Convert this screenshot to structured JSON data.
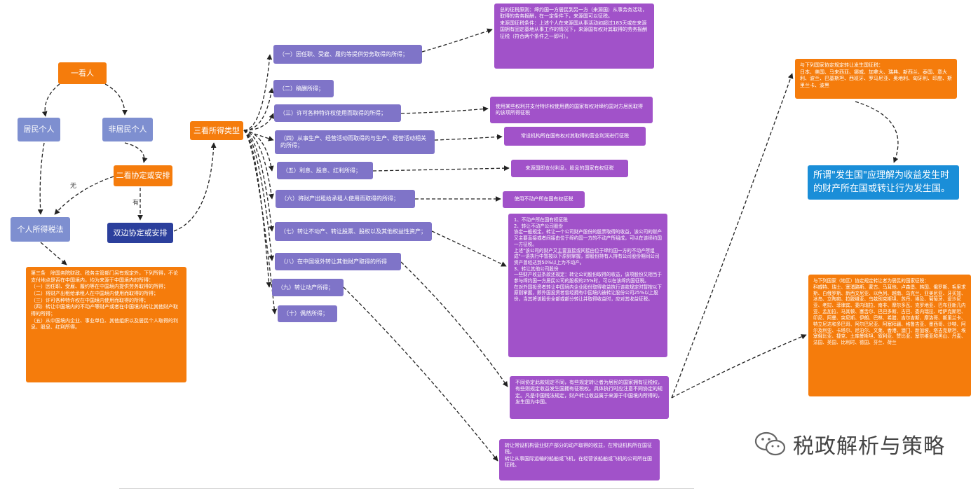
{
  "left": {
    "first": "一看人",
    "resident": "居民个人",
    "nonresident": "非居民个人",
    "second": "二看协定或安排",
    "label_no": "无",
    "label_yes": "有",
    "tax_law": "个人所得税法",
    "bilateral": "双边协定或安排",
    "third": "三看所得类型",
    "article3": "第三条　除国务院财政、税务主管部门另有规定外，下列所得，不论支付地点是否在中国境内，均为来源于中国境内的所得：\n（一）因任职、受雇、履约等在中国境内提供劳务取得的所得；\n（二）将财产出租给承租人在中国境内使用而取得的所得；\n（三）许可各种特许权在中国境内使用而取得的所得；\n（四）转让中国境内的不动产等财产或者在中国境内转让其他财产取得的所得；\n（五）从中国境内企业、事业单位、其他组织以及居民个人取得的利息、股息、红利所得。"
  },
  "categories": [
    "（一）因任职、受雇、履约等提供劳务取得的所得；",
    "（二）稿酬所得；",
    "（三）许可各种特许权使用而取得的所得；",
    "（四）从事生产、经营活动而取得的与生产、经营活动相关的所得；",
    "（五）利息、股息、红利所得；",
    "（六）将财产出租给承租人使用而取得的所得；",
    "（七）转让不动产、转让股票、股权以及其他权益性资产；",
    "（八）在中国境外转让其他财产取得的所得",
    "（九）转让动产所得；",
    "（十）偶然所得；"
  ],
  "notes": {
    "labor": "总的征税原则：缔约国一方居民到另一方（来源国）从事劳务活动，取得的劳务报酬，在一定条件下，来源国可以征税。\n来源国征税条件：上述个人在来源国从事活动如超过183天或在来源国拥有固定基地从事工作的情况下，来源国有权对其取得的劳务报酬征税（符合两个条件之一即可）。",
    "royalty": "使用某些权利并支付特许权使用费的国家有权对缔约国对方居民取得的该项所得征税",
    "business": "常设机构所在国有权对其取得的营业利润进行征税",
    "interest": "来源国即支付利息、股息的国家有权征税",
    "rent": "使用不动产所在国有权征税",
    "transfer": "1、不动产所在国有权征税\n2、转让不动产公司股份\n协定一般规定，转让一个公司财产股份的股票取得的收益，该公司的财产又主要直接或者间接由位于缔约国一方的不动产所组成，可以在该缔约国一方征税。\n上述\"该公司的财产又主要直接或间接由位于缔约国一方的不动产所组成\"一语执行中暂按以下原则掌握，即股份持有人持有公司股份期间公司资产曾经达到50%以上为不动产。\n3、转让其他公司股份\n一些财产收益条款还规定：转让公司股份取得的收益，该项股份又相当于参与缔约国一方居民公司的股权的25%时，可以在该缔约国征税。\n在对外国投资者转让中国境内企业股份取得收益执行该款规定时暂按以下原则掌握，即外国投资者曾经拥有中国境内被转让股份公司25%以上股份，当其将该股份全部或部分转让并取得收益时，应对其收益征税。",
    "other_transfer": "不同协定此款规定不同，有些规定转让者为居民的国家拥有征税权，有些则规定收益发生国拥有征税权。具体执行时应注意不同协定的规定。凡是中国税法规定，财产转让收益属于来源于中国境内所得的，发生国为中国。",
    "movable": "转让常设机构营业财产部分的动产取得的收益，在常设机构所在国征税。\n转让从事国际运输的船舶或飞机，在经营该船舶或飞机的公司所在国征税。",
    "countries_a": "与下列国家协定规定转让发生国征税：\n日本、美国、马来西亚、挪威、加拿大、瑞典、新西兰、泰国、意大利、波兰、巴基斯坦、西班牙、罗马尼亚、奥地利、匈牙利、印度、斯里兰卡、波黑",
    "occurrence": "所谓\"发生国\"应理解为收益发生时的财产所在国或转让行为发生国。",
    "countries_b": "与下列国家（地区）协定规定转让者为居民的国家征税：\n科威特、瑞士、塞浦路斯、蒙古、马耳他、卢森堡、韩国、俄罗斯、毛里求斯、白俄罗斯、新西文尼亚、以色列、越南、乌克兰、亚美尼亚、牙买加、冰岛、立陶宛、拉脱维亚、乌兹别克斯坦、苏丹、埃及、葡萄牙、爱沙尼亚、老挝、菲律宾、委内瑞拉、南非、摩尔多瓦、克罗地亚、巴布亚新几内亚、孟加拉、马其顿、塞舌尔、巴巴多斯、古巴、委内瑞拉、哈萨克斯坦、印尼、阿曼、突尼斯、伊朗、巴林、希腊、吉尔吉斯、摩洛哥、斯里兰卡、特立尼达和多巴哥、阿尔巴尼亚、阿塞拜疆、格鲁吉亚、墨西哥、沙特、阿尔及利亚、卡塔尔、尼泊尔、文莱、香港、澳门、新加坡、塔吉克斯坦、埃塞俄比亚、捷克、土库曼斯坦、叙利亚、赞比亚、塞尔维亚和黑山、丹麦、法国、英国、比利时、德国、芬兰、荷兰"
  },
  "watermark": {
    "text": "税政解析与策略",
    "icon": "wechat-icon"
  },
  "colors": {
    "orange": "#f57c0c",
    "blue": "#7e8fd0",
    "navy": "#2b3f9c",
    "purple": "#7f74c8",
    "magenta": "#a152c9",
    "sky": "#1a8ed8"
  }
}
